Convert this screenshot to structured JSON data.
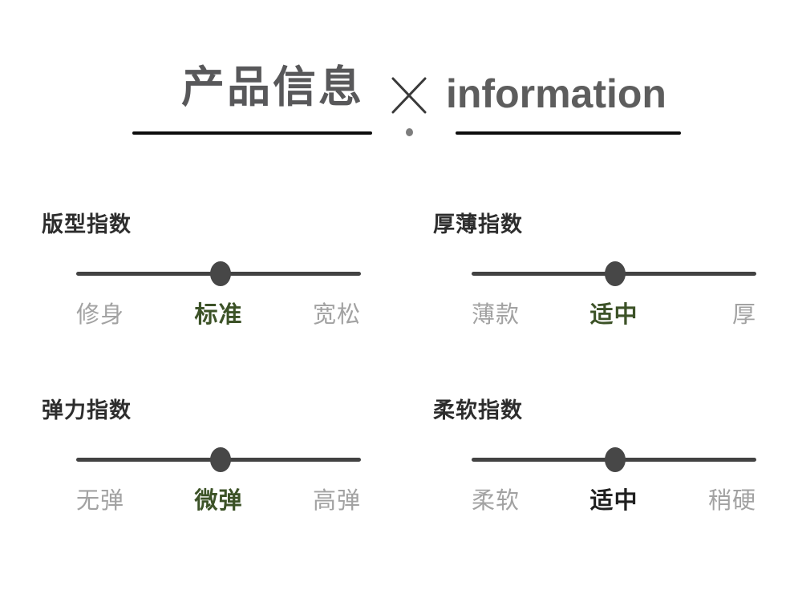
{
  "title": {
    "cn": "产品信息",
    "en": "information",
    "separator_icon": "x-cross",
    "divider_dot": "dot"
  },
  "colors": {
    "background": "#ffffff",
    "title_cn": "#58585a",
    "title_en": "#5d5d5d",
    "underline": "#0d0d0d",
    "divider_dot": "#7d7d7d",
    "heading": "#2d2d2d",
    "track": "#424242",
    "knob": "#474747",
    "side_label": "#a2a2a2",
    "active_green": "#3c5227",
    "active_dark": "#1f1f1f"
  },
  "sliders": [
    {
      "heading": "版型指数",
      "options": [
        "修身",
        "标准",
        "宽松"
      ],
      "selected": "标准",
      "selected_index": 1,
      "level_percent": 50.7,
      "active_color": "#3c5227"
    },
    {
      "heading": "厚薄指数",
      "options": [
        "薄款",
        "适中",
        "厚"
      ],
      "selected": "适中",
      "selected_index": 1,
      "level_percent": 50.4,
      "active_color": "#3c5227"
    },
    {
      "heading": "弹力指数",
      "options": [
        "无弹",
        "微弹",
        "高弹"
      ],
      "selected": "微弹",
      "selected_index": 1,
      "level_percent": 50.6,
      "active_color": "#3c5227"
    },
    {
      "heading": "柔软指数",
      "options": [
        "柔软",
        "适中",
        "稍硬"
      ],
      "selected": "适中",
      "selected_index": 1,
      "level_percent": 50.4,
      "active_color": "#1f1f1f"
    }
  ]
}
